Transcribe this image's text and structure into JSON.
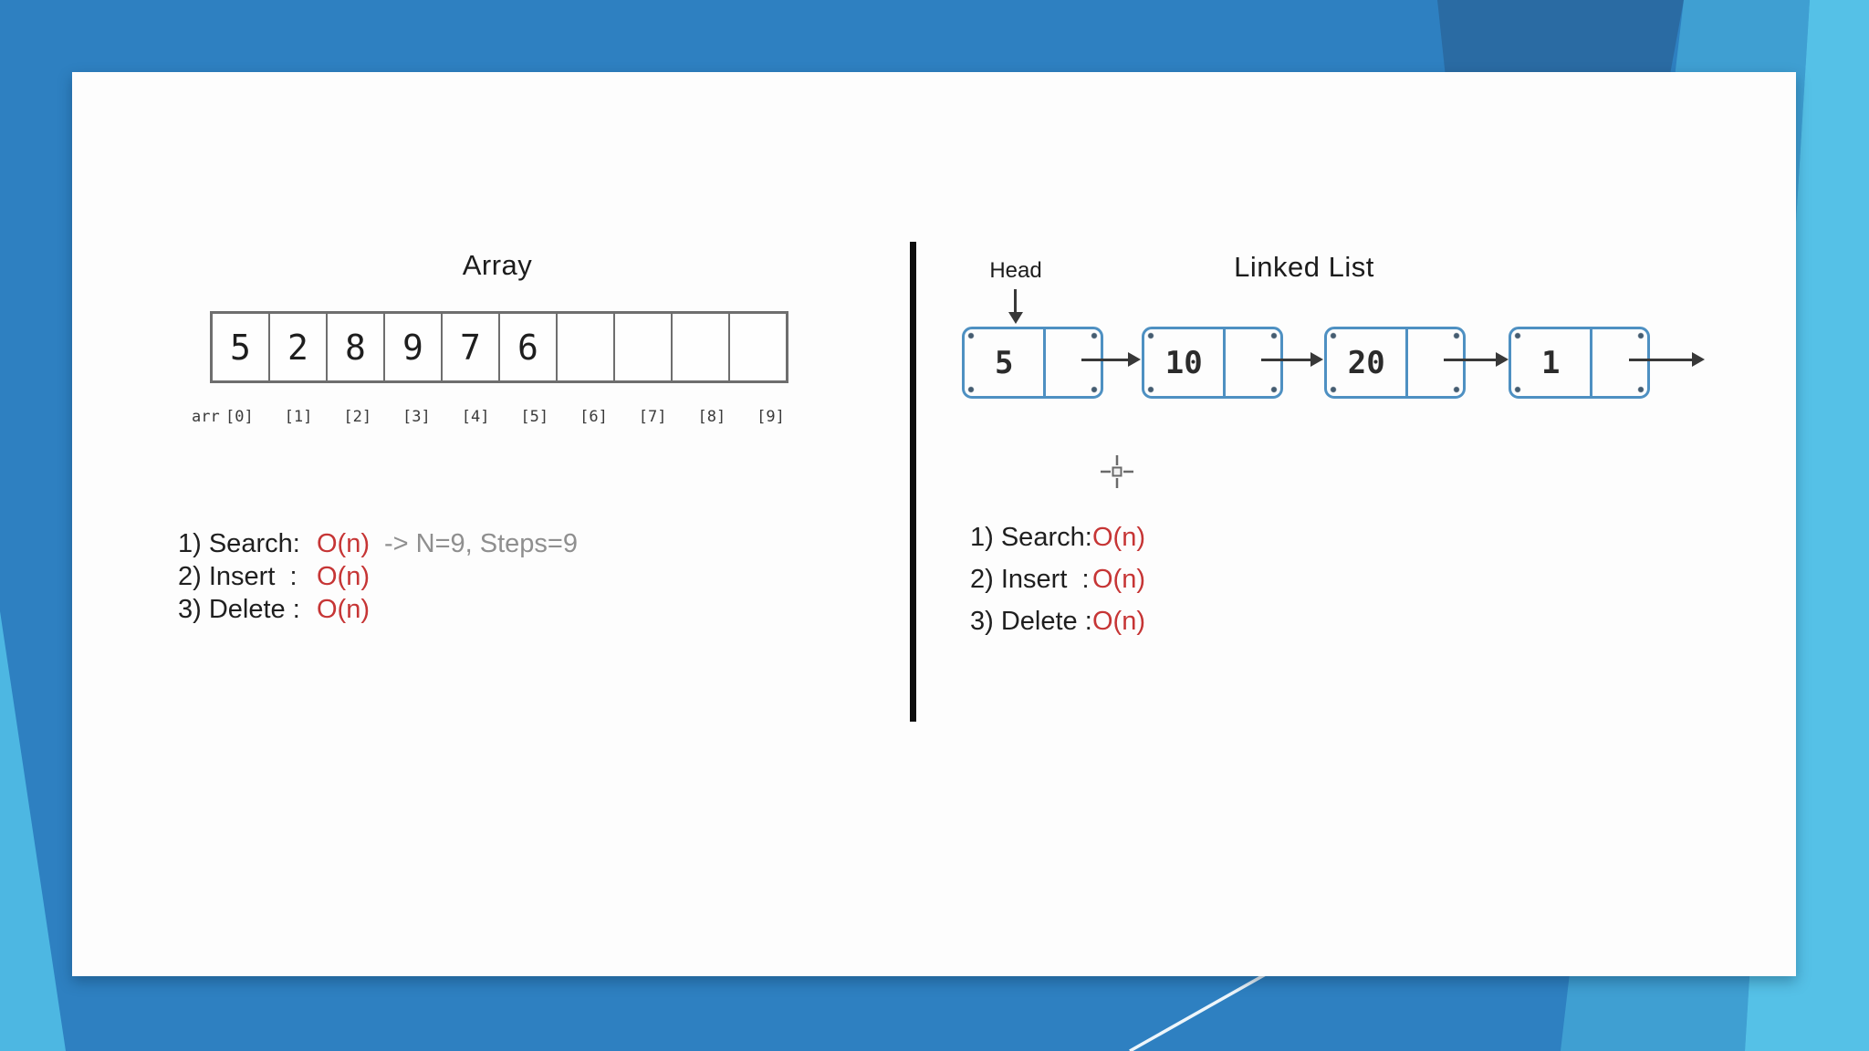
{
  "slide": {
    "left": {
      "title": "Array",
      "array_label": "arr",
      "cells": [
        "5",
        "2",
        "8",
        "9",
        "7",
        "6",
        "",
        "",
        "",
        ""
      ],
      "indices": [
        "[0]",
        "[1]",
        "[2]",
        "[3]",
        "[4]",
        "[5]",
        "[6]",
        "[7]",
        "[8]",
        "[9]"
      ],
      "operations": [
        {
          "label": "1) Search:",
          "complexity": "O(n)",
          "note": "-> N=9, Steps=9"
        },
        {
          "label": "2) Insert  :",
          "complexity": "O(n)",
          "note": ""
        },
        {
          "label": "3) Delete :",
          "complexity": "O(n)",
          "note": ""
        }
      ]
    },
    "right": {
      "title": "Linked List",
      "head_label": "Head",
      "nodes": [
        {
          "value": "5"
        },
        {
          "value": "10"
        },
        {
          "value": "20"
        },
        {
          "value": "1"
        }
      ],
      "operations": [
        {
          "label": "1) Search:",
          "complexity": "O(n)"
        },
        {
          "label": "2) Insert  :",
          "complexity": "O(n)"
        },
        {
          "label": "3) Delete :",
          "complexity": "O(n)"
        }
      ]
    }
  },
  "colors": {
    "background_base": "#2e80c1",
    "background_dark_band": "#2a6ba3",
    "background_light_band": "#3f9fd2",
    "background_lighter_band": "#55c1e7",
    "background_left_wedge": "#4db7e2",
    "slide_background": "#fdfdfd",
    "complexity_red": "#c63535",
    "note_gray": "#8f8f8f",
    "node_border_blue": "#4e90c2",
    "array_border_gray": "#6e6e6e",
    "divider_black": "#0d0d0d"
  }
}
